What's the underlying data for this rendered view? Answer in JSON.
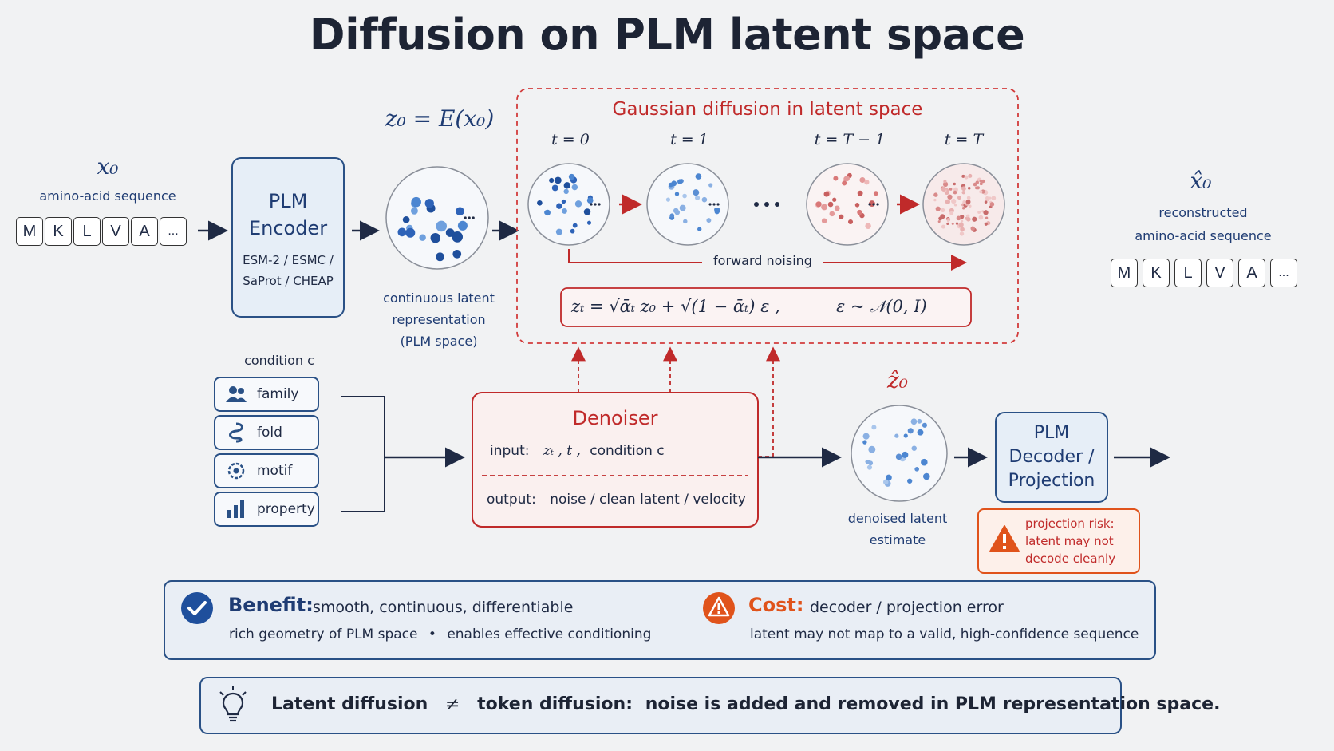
{
  "title": "Diffusion on PLM latent space",
  "input": {
    "symbol": "x₀",
    "label": "amino-acid sequence",
    "tokens": [
      "M",
      "K",
      "L",
      "V",
      "A",
      "..."
    ]
  },
  "encoder": {
    "title_line1": "PLM",
    "title_line2": "Encoder",
    "models_line1": "ESM-2 / ESMC /",
    "models_line2": "SaProt / CHEAP"
  },
  "latent": {
    "formula": "z₀ = E(x₀)",
    "caption_line1": "continuous latent",
    "caption_line2": "representation",
    "caption_line3": "(PLM space)"
  },
  "diffusion": {
    "title": "Gaussian diffusion in latent space",
    "steps": [
      "t = 0",
      "t = 1",
      "t = T − 1",
      "t = T"
    ],
    "forward_label": "forward noising",
    "equation_left": "zₜ = √ᾱₜ z₀ + √(1 − ᾱₜ) ε ,",
    "equation_right": "ε ~ 𝒩(0, I)"
  },
  "condition": {
    "label": "condition c",
    "items": [
      {
        "label": "family",
        "icon": "people-icon"
      },
      {
        "label": "fold",
        "icon": "fold-icon"
      },
      {
        "label": "motif",
        "icon": "motif-icon"
      },
      {
        "label": "property",
        "icon": "bar-chart-icon"
      }
    ]
  },
  "denoiser": {
    "title": "Denoiser",
    "input_label": "input:",
    "input_value_math": "zₜ , t ,",
    "input_value_text": "condition c",
    "output_label": "output:",
    "output_value": "noise / clean latent / velocity"
  },
  "estimate": {
    "symbol": "ẑ₀",
    "caption_line1": "denoised latent",
    "caption_line2": "estimate"
  },
  "decoder": {
    "line1": "PLM",
    "line2": "Decoder /",
    "line3": "Projection"
  },
  "risk": {
    "line1": "projection risk:",
    "line2": "latent may not",
    "line3": "decode cleanly"
  },
  "output": {
    "symbol": "x̂₀",
    "label_line1": "reconstructed",
    "label_line2": "amino-acid sequence",
    "tokens": [
      "M",
      "K",
      "L",
      "V",
      "A",
      "..."
    ]
  },
  "benefit": {
    "heading": "Benefit:",
    "summary": "smooth, continuous, differentiable",
    "detail_a": "rich geometry of PLM space",
    "detail_b": "enables effective conditioning"
  },
  "cost": {
    "heading": "Cost:",
    "summary": "decoder / projection error",
    "detail": "latent may not map to a valid, high-confidence sequence"
  },
  "insight": {
    "part1": "Latent diffusion",
    "neq": "≠",
    "part2": "token diffusion:",
    "part3": "noise is added and removed in PLM representation space."
  },
  "colors": {
    "navy": "#1f3c73",
    "red": "#c02a2a",
    "orange": "#e0531b",
    "box_fill": "#e6eef7"
  }
}
